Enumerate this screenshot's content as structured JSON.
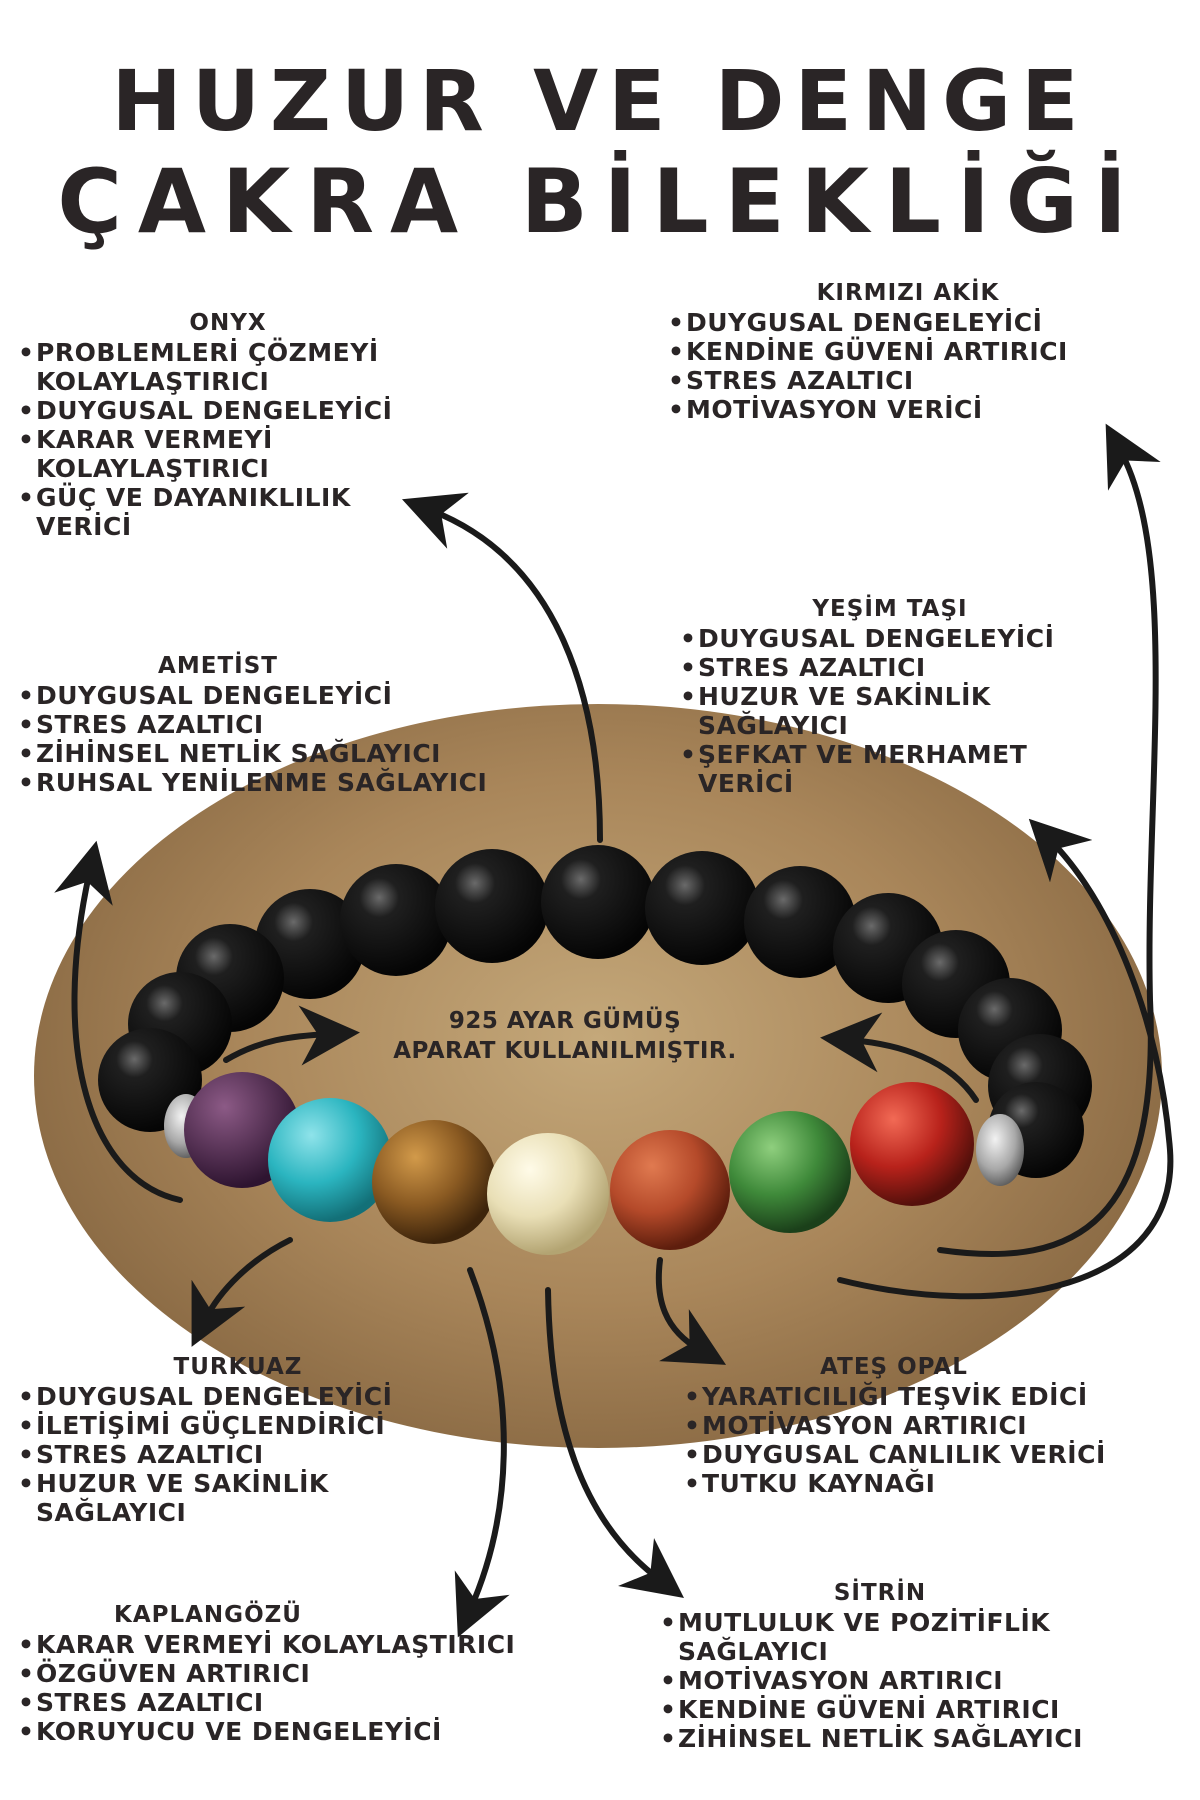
{
  "title": {
    "line1": "HUZUR VE DENGE",
    "line2": "ÇAKRA BİLEKLİĞİ"
  },
  "center_note": {
    "line1": "925 AYAR GÜMÜŞ",
    "line2": "APARAT KULLANILMIŞTIR."
  },
  "stones": {
    "onyx": {
      "name": "ONYX",
      "items": [
        "PROBLEMLERİ ÇÖZMEYİ KOLAYLAŞTIRICI",
        "DUYGUSAL DENGELEYİCİ",
        "KARAR VERMEYİ KOLAYLAŞTIRICI",
        "GÜÇ VE DAYANIKLILIK VERİCİ"
      ]
    },
    "kirmizi_akik": {
      "name": "KIRMIZI AKİK",
      "items": [
        "DUYGUSAL DENGELEYİCİ",
        "KENDİNE GÜVENİ ARTIRICI",
        "STRES AZALTICI",
        "MOTİVASYON VERİCİ"
      ]
    },
    "ametist": {
      "name": "AMETİST",
      "items": [
        "DUYGUSAL DENGELEYİCİ",
        "STRES AZALTICI",
        "ZİHİNSEL NETLİK SAĞLAYICI",
        "RUHSAL YENİLENME SAĞLAYICI"
      ]
    },
    "yesim": {
      "name": "YEŞİM TAŞI",
      "items": [
        "DUYGUSAL DENGELEYİCİ",
        "STRES AZALTICI",
        "HUZUR VE SAKİNLİK SAĞLAYICI",
        "ŞEFKAT VE MERHAMET VERİCİ"
      ]
    },
    "turkuaz": {
      "name": "TURKUAZ",
      "items": [
        "DUYGUSAL DENGELEYİCİ",
        "İLETİŞİMİ GÜÇLENDİRİCİ",
        "STRES AZALTICI",
        "HUZUR VE SAKİNLİK SAĞLAYICI"
      ]
    },
    "ates_opal": {
      "name": "ATEŞ OPAL",
      "items": [
        "YARATICILIĞI TEŞVİK EDİCİ",
        "MOTİVASYON ARTIRICI",
        "DUYGUSAL CANLILIK VERİCİ",
        "TUTKU KAYNAĞI"
      ]
    },
    "kaplangozu": {
      "name": "KAPLANGÖZÜ",
      "items": [
        "KARAR VERMEYİ KOLAYLAŞTIRICI",
        "ÖZGÜVEN ARTIRICI",
        "STRES AZALTICI",
        "KORUYUCU VE DENGELEYİCİ"
      ]
    },
    "sitrin": {
      "name": "SİTRİN",
      "items": [
        "MUTLULUK VE POZİTİFLİK SAĞLAYICI",
        "MOTİVASYON ARTIRICI",
        "KENDİNE GÜVENİ ARTIRICI",
        "ZİHİNSEL NETLİK SAĞLAYICI"
      ]
    }
  },
  "colors": {
    "text": "#2a2526",
    "onyx": "#111111",
    "amethyst": "#5a2f55",
    "turquoise": "#2bb5c0",
    "tigers_eye": "#8a5a22",
    "citrine": "#e9dfb6",
    "goldstone": "#b54a2a",
    "jade": "#3f8a3a",
    "carnelian": "#b8221b",
    "silver": "#b9b9b9",
    "background_oval": "#a9865a"
  }
}
